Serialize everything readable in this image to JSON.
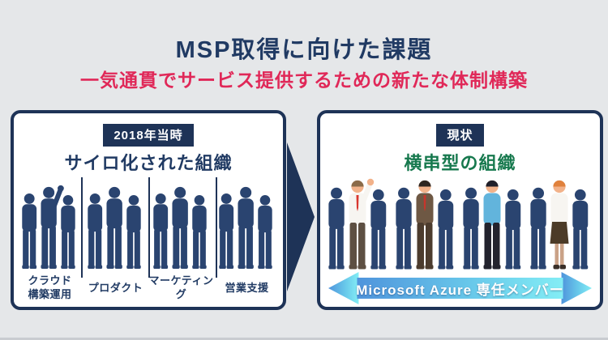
{
  "header": {
    "title": "MSP取得に向けた課題",
    "subtitle": "一気通貫でサービス提供するための新たな体制構築"
  },
  "colors": {
    "background": "#e5e7e9",
    "navy": "#1e3357",
    "title_navy": "#203a63",
    "subtitle_red": "#e02858",
    "heading_green": "#17794e",
    "silhouette": "#2a4470",
    "banner_gradient": [
      "#4f94dc",
      "#68c8ea",
      "#83edf5"
    ],
    "banner_text": "#ffffff"
  },
  "left_panel": {
    "badge": "2018年当時",
    "heading": "サイロ化された組織",
    "groups": [
      {
        "label_lines": [
          "クラウド",
          "構築運用"
        ],
        "persons": [
          {
            "t": "s"
          },
          {
            "t": "s",
            "arm": "up"
          },
          {
            "t": "s"
          }
        ]
      },
      {
        "label_lines": [
          "プロダクト"
        ],
        "persons": [
          {
            "t": "s"
          },
          {
            "t": "s"
          },
          {
            "t": "s"
          }
        ]
      },
      {
        "label_lines": [
          "マーケティング"
        ],
        "persons": [
          {
            "t": "s"
          },
          {
            "t": "s"
          },
          {
            "t": "s"
          }
        ]
      },
      {
        "label_lines": [
          "営業支援"
        ],
        "persons": [
          {
            "t": "s"
          },
          {
            "t": "s"
          },
          {
            "t": "s"
          }
        ]
      }
    ]
  },
  "right_panel": {
    "badge": "現状",
    "heading": "横串型の組織",
    "groups": [
      {
        "persons": [
          {
            "t": "s"
          },
          {
            "t": "c",
            "arm": "up",
            "skin": "#f2b28a",
            "hair": "#8a6a48",
            "shirt": "#f7f5f1",
            "tie": "#d8372f",
            "pants": "#5d4f42"
          },
          {
            "t": "s"
          }
        ]
      },
      {
        "persons": [
          {
            "t": "s"
          },
          {
            "t": "c",
            "skin": "#f2b28a",
            "hair": "#2e2620",
            "shirt": "#6e5844",
            "tie": "#c6352c",
            "pants": "#4c3c2e"
          },
          {
            "t": "s"
          }
        ]
      },
      {
        "persons": [
          {
            "t": "s"
          },
          {
            "t": "c",
            "skin": "#f2b28a",
            "hair": "#20202a",
            "shirt": "#62b4dc",
            "pants": "#23232d"
          },
          {
            "t": "s"
          }
        ]
      },
      {
        "persons": [
          {
            "t": "s"
          },
          {
            "t": "c",
            "skin": "#f2b28a",
            "hair": "#e0813c",
            "shirt": "#f7f5f1",
            "skirt": "#4c3b28",
            "legs": "#caa287"
          },
          {
            "t": "s"
          }
        ]
      }
    ],
    "banner": {
      "label": "Microsoft Azure 専任メンバー"
    }
  }
}
